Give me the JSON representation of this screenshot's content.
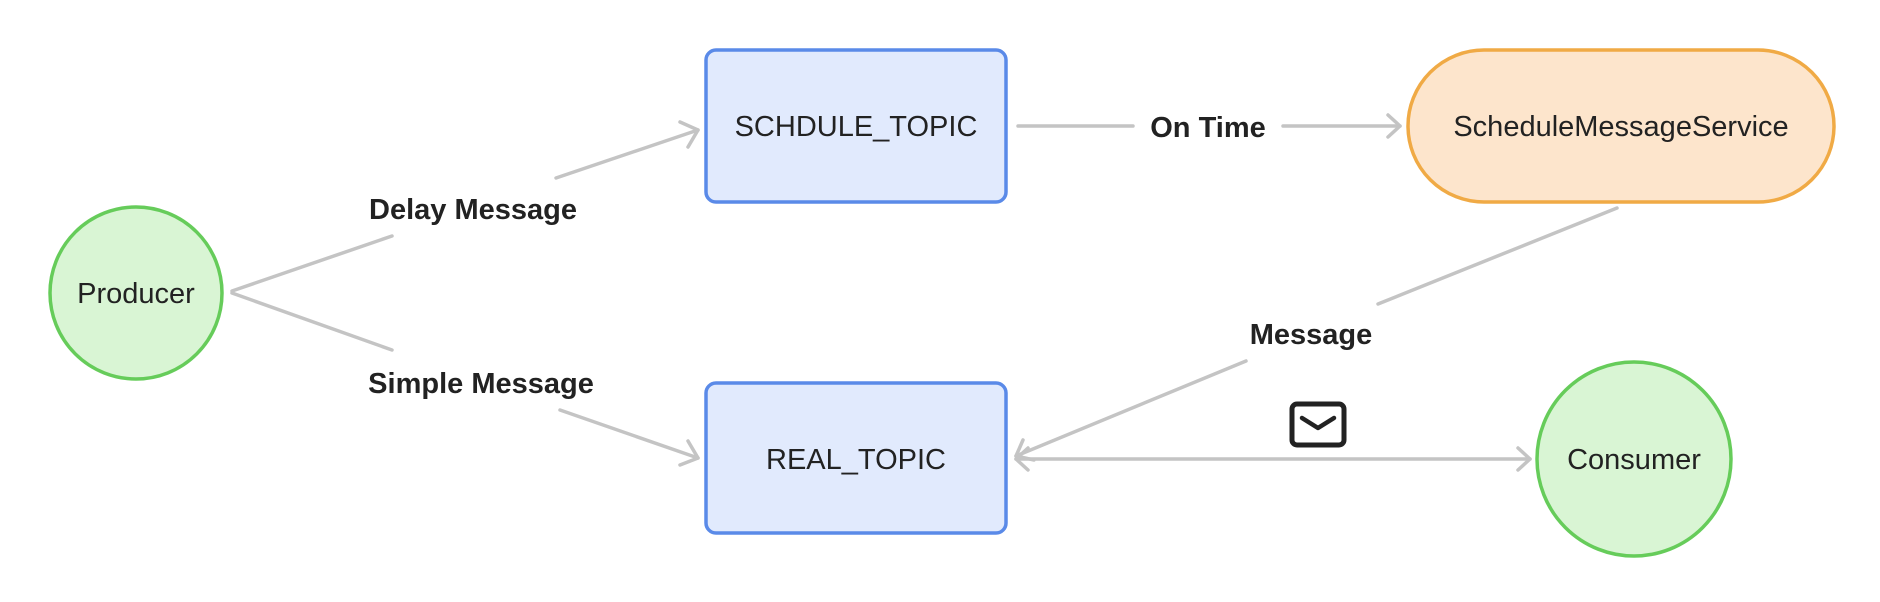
{
  "colors": {
    "producer_consumer_fill": "#d9f5d4",
    "producer_consumer_stroke": "#66cc5a",
    "topic_fill": "#e1eafd",
    "topic_stroke": "#5a8ae8",
    "service_fill": "#fde5cc",
    "service_stroke": "#f0aa45",
    "edge": "#c4c4c4",
    "text": "#222222"
  },
  "nodes": {
    "producer": {
      "label": "Producer",
      "shape": "circle"
    },
    "schedule_topic": {
      "label": "SCHDULE_TOPIC",
      "shape": "rounded-rectangle"
    },
    "real_topic": {
      "label": "REAL_TOPIC",
      "shape": "rounded-rectangle"
    },
    "schedule_service": {
      "label": "ScheduleMessageService",
      "shape": "stadium"
    },
    "consumer": {
      "label": "Consumer",
      "shape": "circle"
    }
  },
  "edges": {
    "delay": {
      "from": "Producer",
      "to": "SCHDULE_TOPIC",
      "label": "Delay Message"
    },
    "simple": {
      "from": "Producer",
      "to": "REAL_TOPIC",
      "label": "Simple Message"
    },
    "ontime": {
      "from": "SCHDULE_TOPIC",
      "to": "ScheduleMessageService",
      "label": "On Time"
    },
    "message": {
      "from": "ScheduleMessageService",
      "to": "REAL_TOPIC",
      "label": "Message"
    },
    "consume": {
      "from": "REAL_TOPIC",
      "to": "Consumer",
      "label": "",
      "icon": "envelope-icon",
      "bidirectional": true
    }
  }
}
